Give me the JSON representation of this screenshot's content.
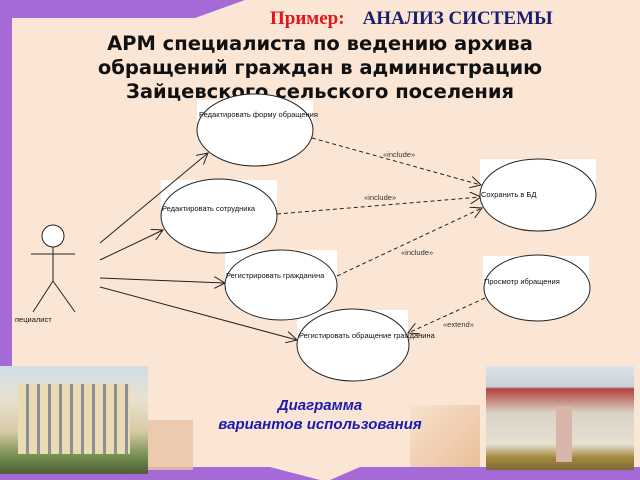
{
  "slide": {
    "example_label": "Пример:",
    "section_title": "АНАЛИЗ СИСТЕМЫ",
    "title_lines": [
      "АРМ специалиста по ведению архива",
      "обращений граждан в администрацию",
      "Зайцевского сельского поселения"
    ],
    "caption_lines": [
      "Диаграмма",
      "вариантов использования"
    ],
    "colors": {
      "background": "#fbe6d6",
      "accent_purple": "#a56ad6",
      "example_red": "#e0161b",
      "section_navy": "#1b1f6e",
      "caption_blue": "#1a1ab0"
    }
  },
  "diagram": {
    "actor": {
      "label": "пециалист"
    },
    "use_cases": [
      {
        "id": "uc1",
        "label": "Редактировать форму обращения"
      },
      {
        "id": "uc2",
        "label": "Редактировать сотрудника"
      },
      {
        "id": "uc3",
        "label": "Регистрировать гражданина"
      },
      {
        "id": "uc4",
        "label": "Регистировать обращение гражданина"
      },
      {
        "id": "uc5",
        "label": "Сохранить в БД"
      },
      {
        "id": "uc6",
        "label": "Просмотр ибращения"
      }
    ],
    "associations": [
      {
        "from": "actor",
        "to": "uc1"
      },
      {
        "from": "actor",
        "to": "uc2"
      },
      {
        "from": "actor",
        "to": "uc3"
      },
      {
        "from": "actor",
        "to": "uc4"
      }
    ],
    "dependencies": [
      {
        "from": "uc1",
        "to": "uc5",
        "label": "«include»"
      },
      {
        "from": "uc2",
        "to": "uc5",
        "label": "«include»"
      },
      {
        "from": "uc3",
        "to": "uc5",
        "label": "«include»"
      },
      {
        "from": "uc6",
        "to": "uc4",
        "label": "«extend»"
      }
    ]
  }
}
